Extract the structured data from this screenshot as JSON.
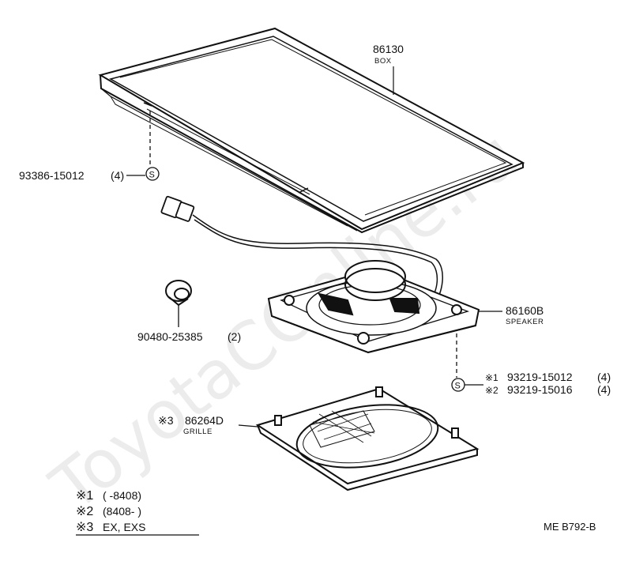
{
  "watermark": "ToyotaCOnline.ru",
  "parts": {
    "box": {
      "number": "86130",
      "name": "BOX"
    },
    "box_screw": {
      "number": "93386-15012",
      "qty": "(4)",
      "symbol": "S"
    },
    "grommet": {
      "number": "90480-25385",
      "qty": "(2)"
    },
    "speaker": {
      "number": "86160B",
      "name": "SPEAKER"
    },
    "speaker_screw_1": {
      "mark": "※1",
      "number": "93219-15012",
      "qty": "(4)"
    },
    "speaker_screw_2": {
      "mark": "※2",
      "number": "93219-15016",
      "qty": "(4)"
    },
    "speaker_screw_symbol": "S",
    "grille": {
      "mark": "※3",
      "number": "86264D",
      "name": "GRILLE"
    }
  },
  "legend": [
    {
      "mark": "※1",
      "text": "(       -8408)"
    },
    {
      "mark": "※2",
      "text": "(8408-        )"
    },
    {
      "mark": "※3",
      "text": "EX, EXS"
    }
  ],
  "diagram_code": "ME B792-B"
}
